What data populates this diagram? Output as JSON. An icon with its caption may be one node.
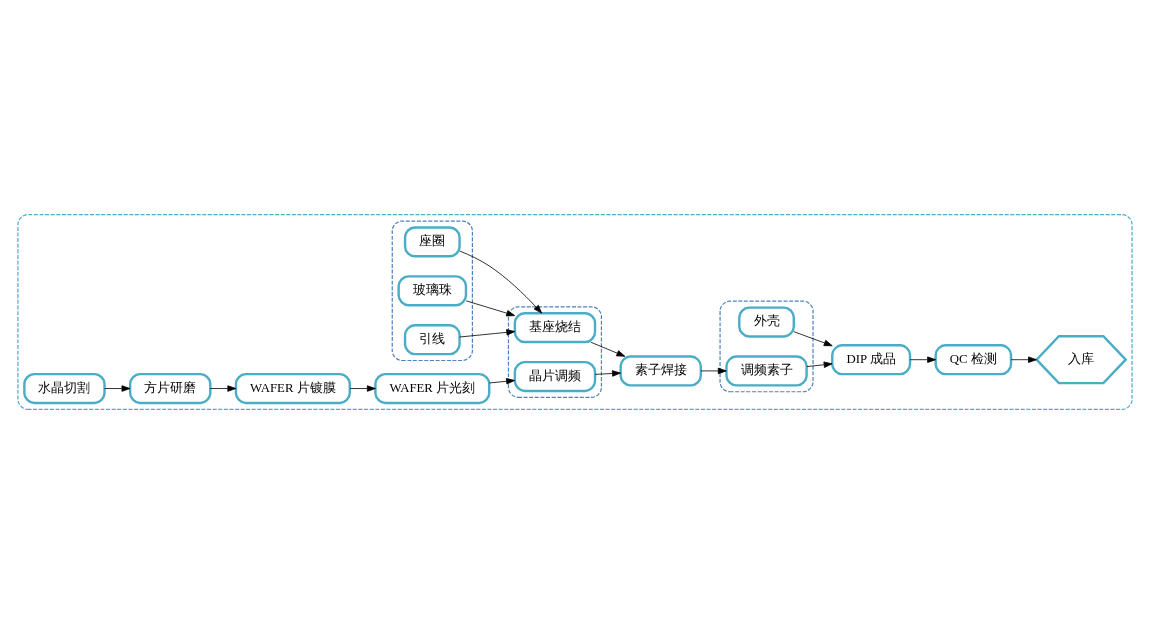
{
  "diagram": {
    "nodes": [
      {
        "text": [],
        "shape": "box"
      },
      {
        "text": [
          "水晶切割"
        ],
        "in": 0
      },
      {
        "text": [
          "方片研磨"
        ],
        "in": 0
      },
      {
        "text": [
          "WAFER 片镀膜"
        ],
        "in": 0
      },
      {
        "text": [
          "WAFER 片光刻"
        ],
        "in": 0
      },
      {
        "text": [],
        "shape": "box",
        "in": 0
      },
      {
        "text": [
          "座圈"
        ],
        "in": 5
      },
      {
        "text": [
          "玻璃珠"
        ],
        "in": 5
      },
      {
        "text": [
          "引线"
        ],
        "in": 5
      },
      {
        "text": [],
        "shape": "box",
        "in": 0
      },
      {
        "text": [
          "基座烧结"
        ],
        "in": 9
      },
      {
        "text": [
          "晶片调频"
        ],
        "in": 9
      },
      {
        "text": [
          "素子焊接"
        ],
        "in": 0
      },
      {
        "text": [],
        "shape": "box",
        "in": 0
      },
      {
        "text": [
          "外壳"
        ],
        "in": 13
      },
      {
        "text": [
          "调频素子"
        ],
        "in": 13
      },
      {
        "text": [
          "DIP 成品"
        ],
        "in": 0
      },
      {
        "text": [
          "QC 检测"
        ],
        "in": 0
      },
      {
        "text": [
          "入库"
        ],
        "in": 0
      }
    ],
    "edges": [
      {
        "from": 1,
        "to": 2,
        "arrow": "to"
      },
      {
        "from": 2,
        "to": 3,
        "arrow": "to"
      },
      {
        "from": 3,
        "to": 4,
        "arrow": "to"
      },
      {
        "from": 4,
        "to": 11,
        "arrow": "to"
      },
      {
        "from": 6,
        "to": 10,
        "arrow": "to"
      },
      {
        "from": 7,
        "to": 10,
        "arrow": "to"
      },
      {
        "from": 8,
        "to": 10,
        "arrow": "to"
      },
      {
        "from": 10,
        "to": 12,
        "arrow": "to"
      },
      {
        "from": 11,
        "to": 12,
        "arrow": "to"
      },
      {
        "from": 12,
        "to": 15,
        "arrow": "to"
      },
      {
        "from": 14,
        "to": 16,
        "arrow": "to"
      },
      {
        "from": 15,
        "to": 16,
        "arrow": "to"
      },
      {
        "from": 16,
        "to": 17,
        "arrow": "to"
      },
      {
        "from": 17,
        "to": 18,
        "arrow": "to"
      }
    ]
  }
}
